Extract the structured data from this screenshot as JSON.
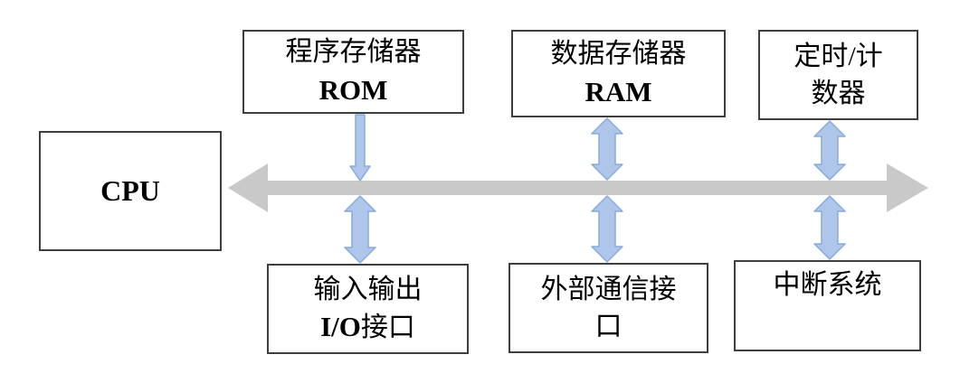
{
  "colors": {
    "arrow_fill": "#AEC6E9",
    "arrow_stroke": "#88AADD",
    "bus_fill": "#C9C9C9",
    "box_border": "#3F3F3F",
    "text": "#000000",
    "background": "#FFFFFF"
  },
  "cpu": {
    "label": "CPU"
  },
  "modules": {
    "rom": {
      "line1": "程序存储器",
      "line2": "ROM"
    },
    "ram": {
      "line1": "数据存储器",
      "line2": "RAM"
    },
    "timer": {
      "line1": "定时/计",
      "line2": "数器"
    },
    "io": {
      "line1": "输入输出",
      "line2_latin": "I/O",
      "line2_cjk": "接口"
    },
    "comm": {
      "line1": "外部通信接",
      "line2": "口"
    },
    "interrupt": {
      "line1": "中断系统"
    }
  }
}
